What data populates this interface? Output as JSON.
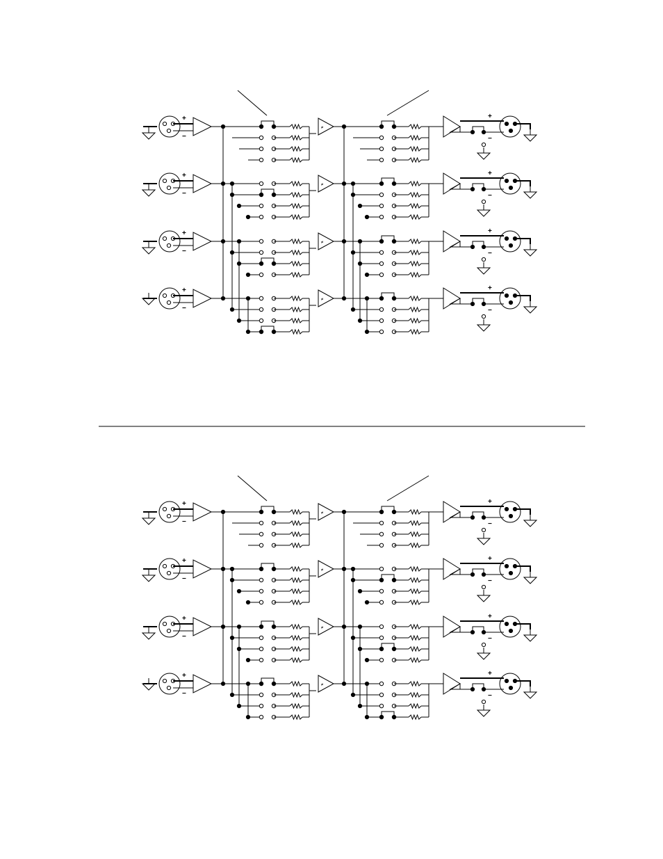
{
  "diagrams": [
    {
      "id": "upper",
      "channels": 4,
      "outputs": 4,
      "crosspoints_per_bank": 4,
      "input_pin_labels": {
        "plus": "+",
        "minus": "−"
      },
      "output_pin_labels": {
        "plus": "+",
        "minus": "−"
      },
      "bank1_closed": [
        [
          0,
          0
        ],
        [
          1,
          1
        ],
        [
          2,
          2
        ],
        [
          3,
          3
        ]
      ],
      "bank2_closed": [
        [
          0,
          0
        ],
        [
          1,
          0
        ],
        [
          2,
          0
        ],
        [
          3,
          0
        ]
      ],
      "bank1_taps": [
        [
          0,
          1,
          2,
          3
        ],
        [
          0,
          1,
          2,
          3
        ],
        [
          0,
          1,
          2,
          3
        ],
        [
          0,
          1,
          2,
          3
        ]
      ],
      "bank2_taps": [
        [
          0
        ],
        [
          0,
          1,
          2,
          3
        ],
        [
          0,
          1,
          2,
          3
        ],
        [
          0,
          1,
          2,
          3
        ]
      ]
    },
    {
      "id": "lower",
      "channels": 4,
      "outputs": 4,
      "crosspoints_per_bank": 4,
      "input_pin_labels": {
        "plus": "+",
        "minus": "−"
      },
      "output_pin_labels": {
        "plus": "+",
        "minus": "−"
      },
      "bank1_closed": [
        [
          0,
          0
        ],
        [
          1,
          0
        ],
        [
          2,
          0
        ],
        [
          3,
          0
        ]
      ],
      "bank2_closed": [
        [
          0,
          0
        ],
        [
          1,
          1
        ],
        [
          2,
          2
        ],
        [
          3,
          3
        ]
      ],
      "bank1_taps": [
        [
          0,
          1,
          2,
          3
        ],
        [
          0,
          1,
          2,
          3
        ],
        [
          0,
          1,
          2,
          3
        ],
        [
          0,
          1,
          2,
          3
        ]
      ],
      "bank2_taps": [
        [
          0
        ],
        [
          0,
          1,
          2,
          3
        ],
        [
          0,
          1,
          2,
          3
        ],
        [
          0,
          1,
          2,
          3
        ]
      ]
    }
  ],
  "icons": {
    "ground": "ground-icon",
    "xlr_in": "xlr-female-connector-icon",
    "xlr_out": "xlr-male-connector-icon",
    "input_amp": "input-amplifier-icon",
    "summing_amp": "summing-amplifier-icon",
    "output_amp": "output-driver-icon",
    "resistor": "resistor-icon"
  },
  "pot_glyph": "≠",
  "colors": {
    "ink": "#000000",
    "paper": "#ffffff"
  }
}
